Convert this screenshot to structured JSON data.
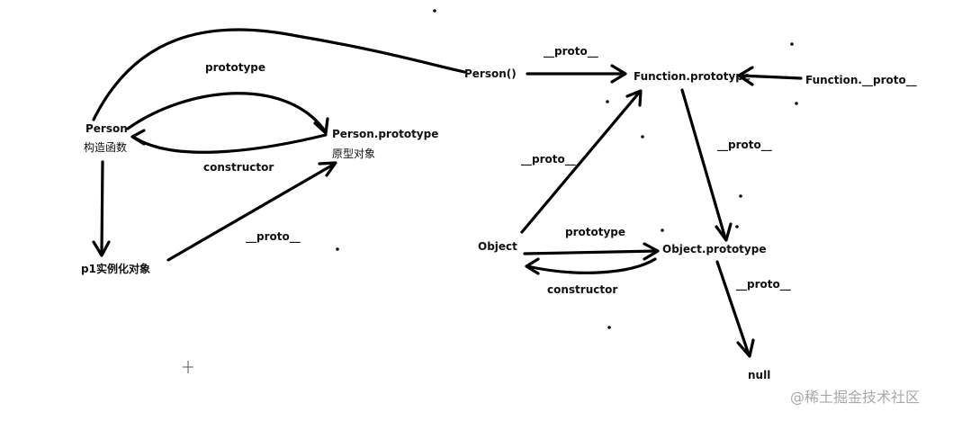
{
  "nodes": {
    "person": "Person",
    "person_cn": "构造函数",
    "person_prototype": "Person.prototype",
    "person_prototype_cn": "原型对象",
    "p1": "p1实例化对象",
    "person_fn": "Person()",
    "function_prototype": "Function.prototype",
    "function_proto": "Function.__proto__",
    "object": "Object",
    "object_prototype": "Object.prototype",
    "null": "null"
  },
  "edges": {
    "person_to_prototype": "prototype",
    "prototype_to_person": "constructor",
    "p1_to_prototype": "__proto__",
    "personfn_to_funcproto": "__proto__",
    "object_to_funcproto": "__proto__",
    "funcproto_to_objproto": "__proto__",
    "object_to_objproto": "prototype",
    "objproto_to_object": "constructor",
    "objproto_to_null": "__proto__"
  },
  "watermark": "@稀土掘金技术社区"
}
